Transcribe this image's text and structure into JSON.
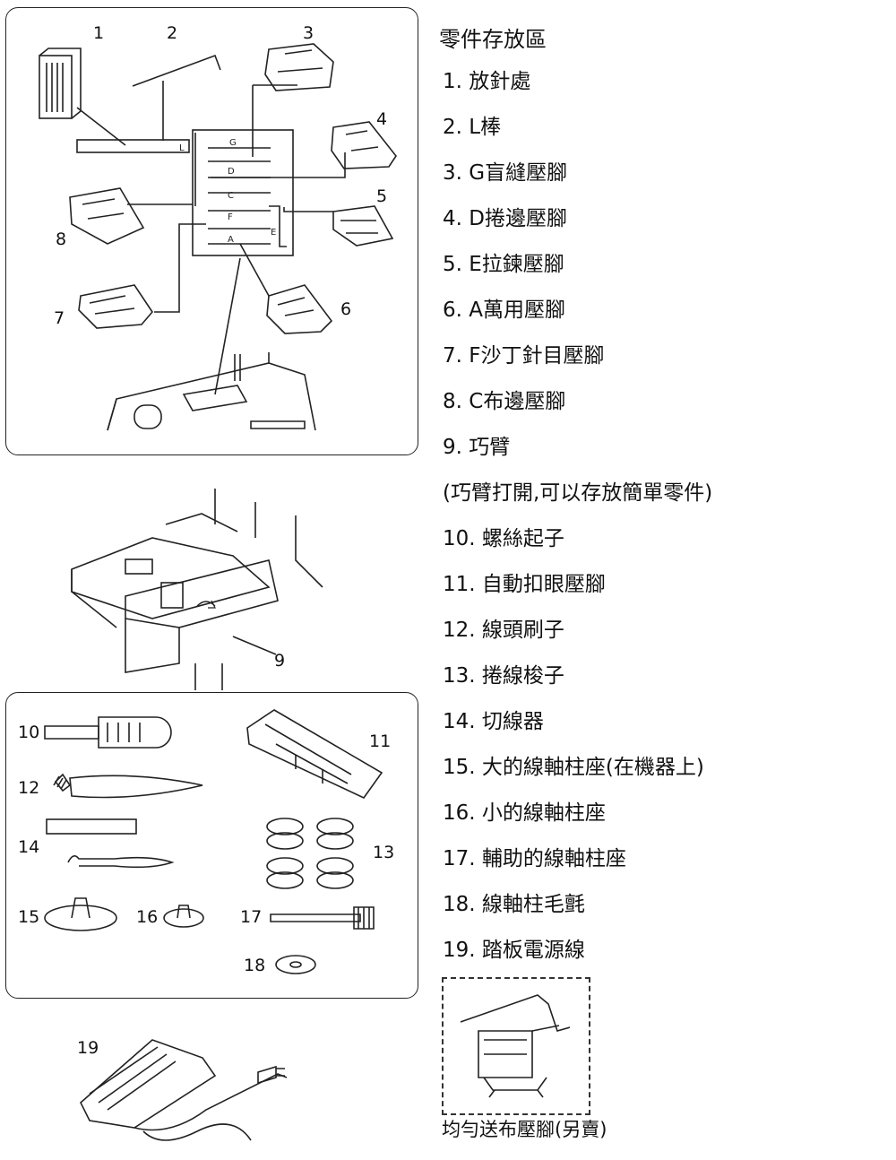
{
  "parts_list": {
    "title": "零件存放區",
    "items": [
      "1. 放針處",
      "2. L棒",
      "3. G盲縫壓腳",
      "4. D捲邊壓腳",
      "5. E拉鍊壓腳",
      "6. A萬用壓腳",
      "7. F沙丁針目壓腳",
      "8. C布邊壓腳",
      "9. 巧臂",
      "(巧臂打開,可以存放簡單零件)",
      "10. 螺絲起子",
      "11. 自動扣眼壓腳",
      "12. 線頭刷子",
      "13. 捲線梭子",
      "14. 切線器",
      "15. 大的線軸柱座(在機器上)",
      "16. 小的線軸柱座",
      "17. 輔助的線軸柱座",
      "18. 線軸柱毛氈",
      "19. 踏板電源線"
    ]
  },
  "optional": {
    "caption": "均勻送布壓腳(另賣)"
  },
  "callouts": {
    "top": [
      "1",
      "2",
      "3",
      "4",
      "5",
      "6",
      "7",
      "8"
    ],
    "arm": "9",
    "bottom": [
      "10",
      "11",
      "12",
      "13",
      "14",
      "15",
      "16",
      "17",
      "18"
    ],
    "pedal": "19"
  },
  "slot_labels": [
    "L",
    "G",
    "D",
    "C",
    "F",
    "E",
    "A"
  ]
}
